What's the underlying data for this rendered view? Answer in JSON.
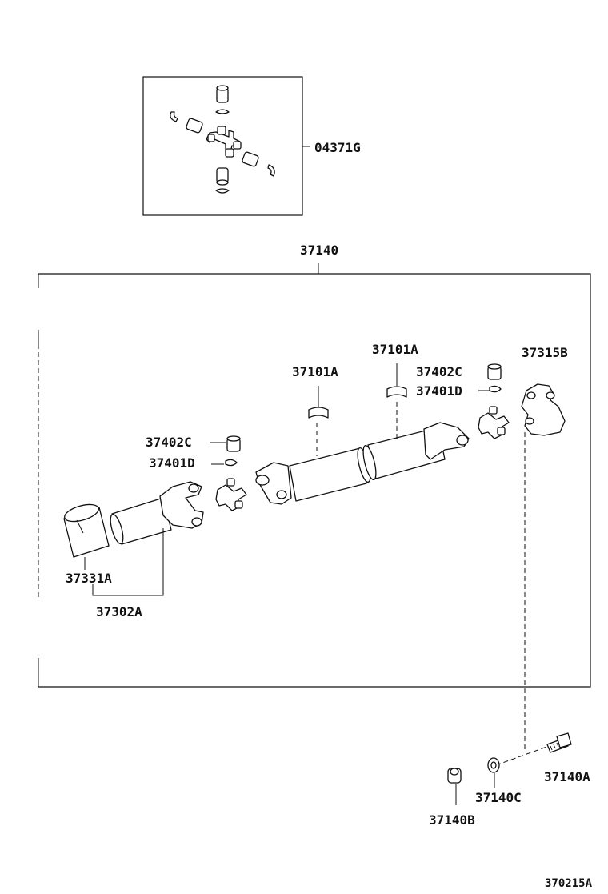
{
  "diagram_id": "370215A",
  "labels": {
    "ujoint_kit": "04371G",
    "assembly": "37140",
    "tube_balance_left": "37101A",
    "tube_balance_right": "37101A",
    "bearing_right": "37402C",
    "snap_ring_right": "37401D",
    "flange_yoke": "37315B",
    "bearing_left": "37402C",
    "snap_ring_left": "37401D",
    "dust_boot": "37331A",
    "sleeve_yoke": "37302A",
    "bolt": "37140A",
    "washer": "37140C",
    "nut": "37140B"
  }
}
